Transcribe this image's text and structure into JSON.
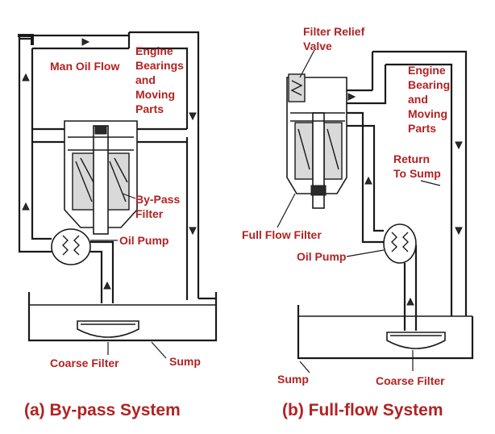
{
  "left": {
    "labels": {
      "main_oil_flow": "Man Oil Flow",
      "engine_1": "Engine",
      "engine_2": "Bearings",
      "engine_3": "and",
      "engine_4": "Moving",
      "engine_5": "Parts",
      "bypass_1": "By-Pass",
      "bypass_2": "Filter",
      "oil_pump": "Oil Pump",
      "coarse_filter": "Coarse Filter",
      "sump": "Sump"
    },
    "caption": "(a) By-pass System"
  },
  "right": {
    "labels": {
      "relief_1": "Filter Relief",
      "relief_2": "Valve",
      "engine_1": "Engine",
      "engine_2": "Bearing",
      "engine_3": "and",
      "engine_4": "Moving",
      "engine_5": "Parts",
      "return_1": "Return",
      "return_2": "To Sump",
      "full_flow_filter": "Full Flow Filter",
      "oil_pump": "Oil Pump",
      "sump": "Sump",
      "coarse_filter": "Coarse Filter"
    },
    "caption": "(b) Full-flow System"
  }
}
